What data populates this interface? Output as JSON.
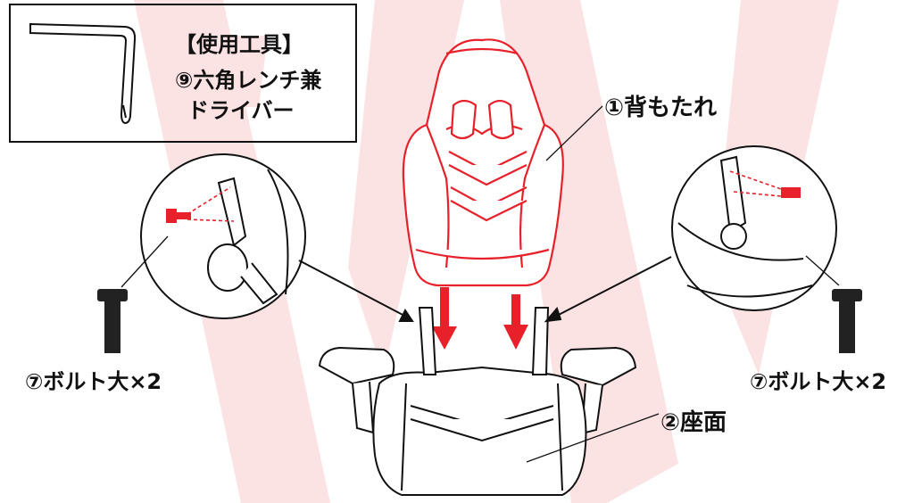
{
  "tools": {
    "heading": "【使用工具】",
    "tool_line1": "⑨六角レンチ兼",
    "tool_line2": "ドライバー"
  },
  "parts": {
    "backrest": "①背もたれ",
    "seat": "②座面",
    "bolt_left": "⑦ボルト大×2",
    "bolt_right": "⑦ボルト大×2"
  },
  "colors": {
    "accent": "#e8202a",
    "watermark": "#fbe3e4",
    "line": "#111111"
  }
}
